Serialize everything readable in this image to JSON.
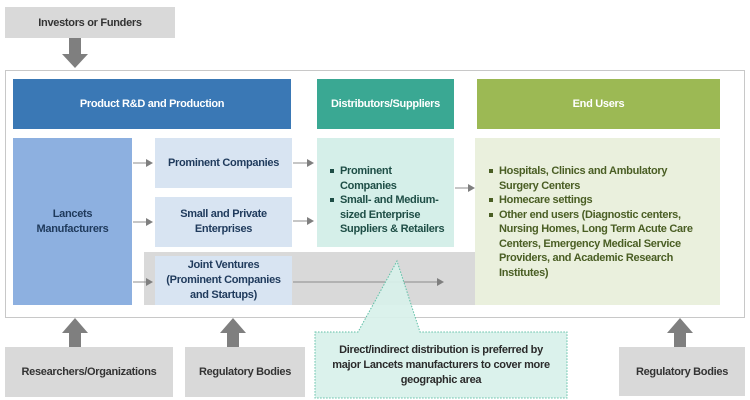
{
  "top": {
    "investors_label": "Investors or Funders"
  },
  "headers": {
    "product_rd": "Product R&D and Production",
    "distributors": "Distributors/Suppliers",
    "end_users": "End Users"
  },
  "product": {
    "manufacturers": "Lancets Manufacturers",
    "prominent_companies": "Prominent Companies",
    "small_private": "Small and Private Enterprises",
    "joint_ventures": "Joint Ventures (Prominent Companies and Startups)"
  },
  "distributors": {
    "items": [
      "Prominent Companies",
      "Small- and Medium-sized Enterprise Suppliers & Retailers"
    ]
  },
  "end_users": {
    "items": [
      "Hospitals, Clinics and Ambulatory Surgery Centers",
      "Homecare settings",
      "Other end users (Diagnostic centers, Nursing Homes, Long Term Acute Care Centers, Emergency Medical Service Providers, and Academic Research Institutes)"
    ]
  },
  "callout": {
    "text": "Direct/indirect distribution is preferred by major Lancets manufacturers to cover more geographic area"
  },
  "bottom": {
    "researchers": "Researchers/Organizations",
    "regulatory_left": "Regulatory Bodies",
    "regulatory_right": "Regulatory Bodies"
  },
  "colors": {
    "product_header": "#3a78b5",
    "distributors_header": "#3aa893",
    "end_users_header": "#9cb954",
    "manufacturers_fill": "#8db0e0",
    "sub_fill": "#d8e4f2",
    "distributors_fill": "#d5efe9",
    "end_users_fill": "#eaf0dd",
    "stakeholder_fill": "#d9d9d9",
    "arrow": "#7f7f7f"
  }
}
